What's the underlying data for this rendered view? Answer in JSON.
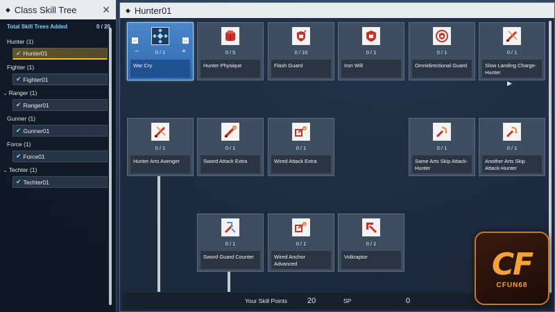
{
  "left_panel": {
    "title": "Class Skill Tree",
    "total_label": "Total Skill Trees Added",
    "total_value": "0 / 20",
    "groups": [
      {
        "label": "Hunter (1)",
        "item": "Hunter01"
      },
      {
        "label": "Fighter (1)",
        "item": "Fighter01"
      },
      {
        "label": "Ranger (1)",
        "item": "Ranger01"
      },
      {
        "label": "Gunner (1)",
        "item": "Gunner01"
      },
      {
        "label": "Force (1)",
        "item": "Force01"
      },
      {
        "label": "Techter (1)",
        "item": "Techter01"
      }
    ]
  },
  "main_panel": {
    "title": "Hunter01"
  },
  "skills": [
    {
      "name": "War Cry",
      "level": "0 / 1",
      "icon": "war-cry-icon"
    },
    {
      "name": "Hunter Physique",
      "level": "0 / 5",
      "icon": "armor-icon"
    },
    {
      "name": "Flash Guard",
      "level": "0 / 10",
      "icon": "shield-up-icon"
    },
    {
      "name": "Iron Will",
      "level": "0 / 1",
      "icon": "shield-icon"
    },
    {
      "name": "Omnidirectional Guard",
      "level": "0 / 1",
      "icon": "round-shield-icon"
    },
    {
      "name": "Slow Landing Charge-Hunter",
      "level": "0 / 1",
      "icon": "sword-slash-icon"
    },
    {
      "name": "Hunter Arts Avenger",
      "level": "0 / 1",
      "icon": "sword-slash-icon"
    },
    {
      "name": "Sword Attack Extra",
      "level": "0 / 1",
      "icon": "sword-plus-icon"
    },
    {
      "name": "Wired Attack Extra",
      "level": "0 / 1",
      "icon": "wire-plus-icon"
    },
    {
      "name": "Same Arts Skip Attack-Hunter",
      "level": "0 / 1",
      "icon": "skip-arrow-icon"
    },
    {
      "name": "Another Arts Skip Attack-Hunter",
      "level": "0 / 1",
      "icon": "skip-arrow-icon"
    },
    {
      "name": "Sword Guard Counter",
      "level": "0 / 1",
      "icon": "sword-guard-icon"
    },
    {
      "name": "Wired Anchor Advanced",
      "level": "0 / 1",
      "icon": "wire-plus-icon"
    },
    {
      "name": "Volkraptor",
      "level": "0 / 1",
      "icon": "volk-icon"
    }
  ],
  "footer": {
    "skill_points_label": "Your Skill Points",
    "skill_points_value": "20",
    "sp_label": "SP",
    "sp_value": "0"
  },
  "logo": {
    "mark": "CF",
    "text": "CFUN68"
  },
  "colors": {
    "accent_gold": "#f0c030",
    "selected_blue": "#2f6bb0",
    "icon_red": "#c8322a"
  }
}
